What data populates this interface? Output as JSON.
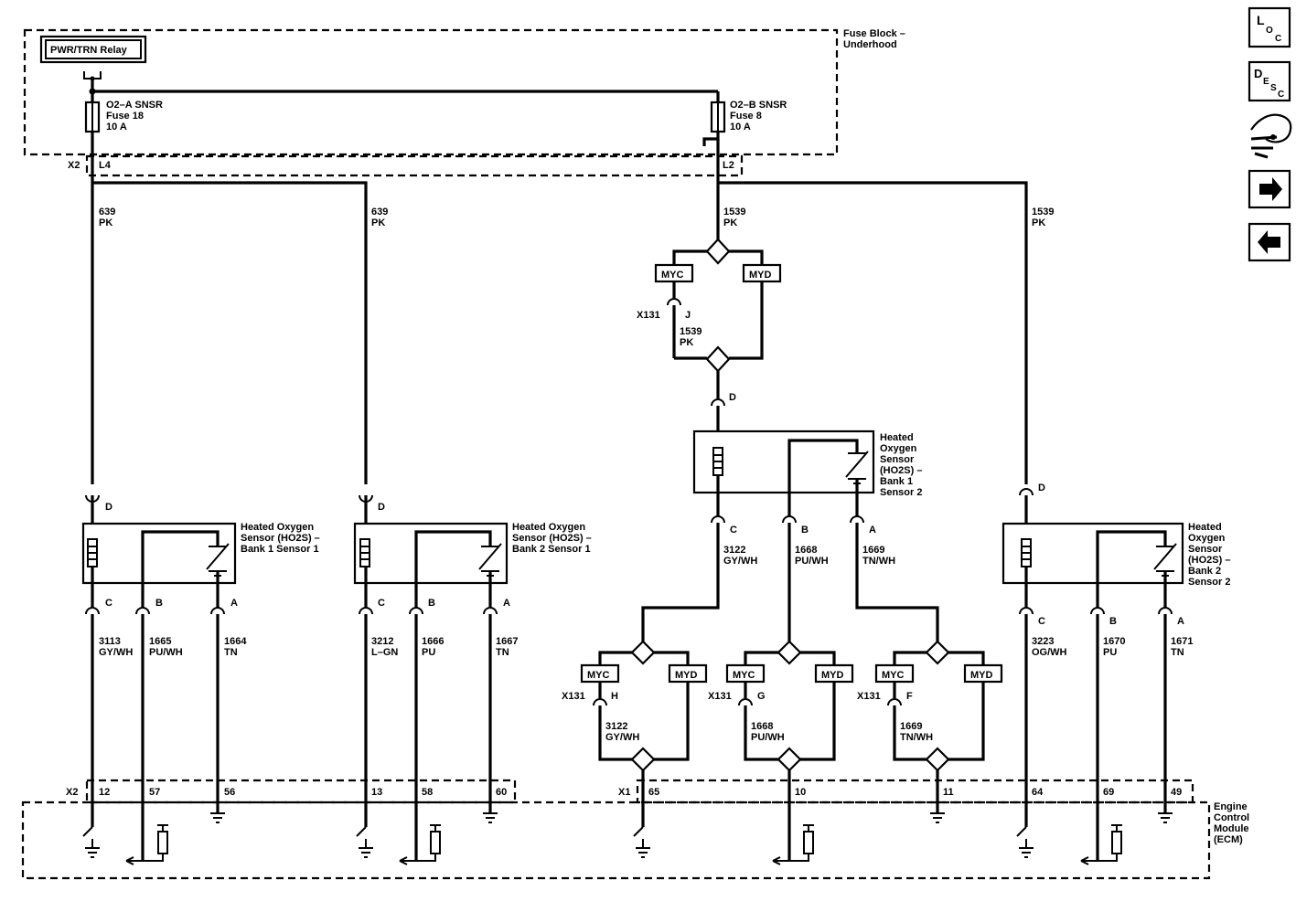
{
  "fuse_block": {
    "relay_label": "PWR/TRN Relay",
    "name_line1": "Fuse Block –",
    "name_line2": "Underhood",
    "fuse_a": {
      "line1": "O2–A SNSR",
      "line2": "Fuse 18",
      "line3": "10 A"
    },
    "fuse_b": {
      "line1": "O2–B SNSR",
      "line2": "Fuse 8",
      "line3": "10 A"
    },
    "connector_x2": "X2",
    "pin_l4": "L4",
    "pin_l2": "L2"
  },
  "circuits": {
    "c639a": {
      "num": "639",
      "color": "PK"
    },
    "c639b": {
      "num": "639",
      "color": "PK"
    },
    "c1539": {
      "num": "1539",
      "color": "PK"
    },
    "c1539j": {
      "num": "1539",
      "color": "PK"
    },
    "c1539r": {
      "num": "1539",
      "color": "PK"
    },
    "s1c": {
      "num": "3113",
      "color": "GY/WH"
    },
    "s1b": {
      "num": "1665",
      "color": "PU/WH"
    },
    "s1a": {
      "num": "1664",
      "color": "TN"
    },
    "s2c": {
      "num": "3212",
      "color": "L–GN"
    },
    "s2b": {
      "num": "1666",
      "color": "PU"
    },
    "s2a": {
      "num": "1667",
      "color": "TN"
    },
    "s3c": {
      "num": "3122",
      "color": "GY/WH"
    },
    "s3b": {
      "num": "1668",
      "color": "PU/WH"
    },
    "s3a": {
      "num": "1669",
      "color": "TN/WH"
    },
    "s3c_low": {
      "num": "3122",
      "color": "GY/WH"
    },
    "s3b_low": {
      "num": "1668",
      "color": "PU/WH"
    },
    "s3a_low": {
      "num": "1669",
      "color": "TN/WH"
    },
    "s4c": {
      "num": "3223",
      "color": "OG/WH"
    },
    "s4b": {
      "num": "1670",
      "color": "PU"
    },
    "s4a": {
      "num": "1671",
      "color": "TN"
    }
  },
  "options": {
    "myc": "MYC",
    "myd": "MYD"
  },
  "x131": {
    "name": "X131",
    "pin_j": "J",
    "pin_h": "H",
    "pin_g": "G",
    "pin_f": "F"
  },
  "pins": {
    "d": "D",
    "c": "C",
    "b": "B",
    "a": "A"
  },
  "sensors": {
    "s1": {
      "line1": "Heated Oxygen",
      "line2": "Sensor (HO2S) –",
      "line3": "Bank 1 Sensor 1"
    },
    "s2": {
      "line1": "Heated Oxygen",
      "line2": "Sensor (HO2S) –",
      "line3": "Bank 2 Sensor 1"
    },
    "s3": {
      "line1": "Heated",
      "line2": "Oxygen",
      "line3": "Sensor",
      "line4": "(HO2S) –",
      "line5": "Bank 1",
      "line6": "Sensor 2"
    },
    "s4": {
      "line1": "Heated",
      "line2": "Oxygen",
      "line3": "Sensor",
      "line4": "(HO2S) –",
      "line5": "Bank 2",
      "line6": "Sensor 2"
    }
  },
  "ecm": {
    "name_line1": "Engine",
    "name_line2": "Control",
    "name_line3": "Module",
    "name_line4": "(ECM)",
    "conn_x2": "X2",
    "conn_x1": "X1",
    "pins": {
      "p12": "12",
      "p57": "57",
      "p56": "56",
      "p13": "13",
      "p58": "58",
      "p60": "60",
      "p65": "65",
      "p10": "10",
      "p11": "11",
      "p64": "64",
      "p69": "69",
      "p49": "49"
    }
  },
  "nav": {
    "loc_big": "L",
    "loc_o": "O",
    "loc_c": "C",
    "desc_d": "D",
    "desc_e": "E",
    "desc_s": "S",
    "desc_c": "C",
    "icons": [
      "connector-location-icon",
      "description-icon",
      "component-view-icon",
      "next-arrow-icon",
      "previous-arrow-icon"
    ]
  }
}
